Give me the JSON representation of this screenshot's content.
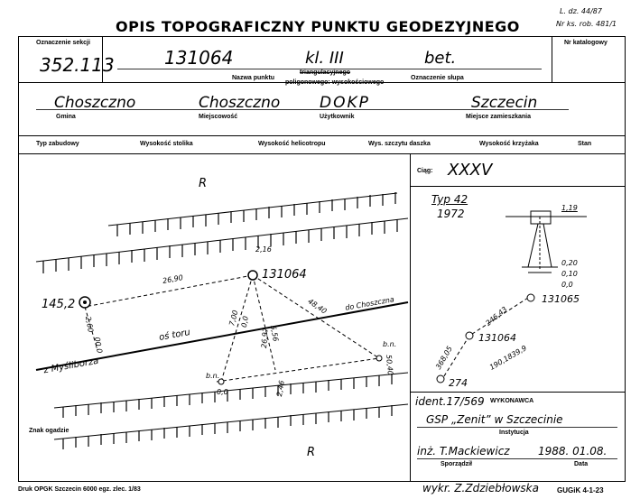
{
  "header": {
    "title": "OPIS TOPOGRAFICZNY PUNKTU GEODEZYJNEGO",
    "ldz": "L. dz. 44/87",
    "nrks": "Nr ks. rob. 481/1"
  },
  "top_fields": {
    "sekcja_label": "Oznaczenie sekcji",
    "sekcja_value": "352.113",
    "point_number": "131064",
    "point_class": "kl. III",
    "marking": "bet.",
    "nazwa_label": "Nazwa punktu",
    "type_label_1": "triangulacyjnego",
    "type_label_2": "poligonowego: wysokościowego",
    "slup_label": "Oznaczenie słupa",
    "katalog_label": "Nr katalogowy"
  },
  "location": {
    "gmina_value": "Choszczno",
    "gmina_label": "Gmina",
    "miejscowosc_value": "Choszczno",
    "miejscowosc_label": "Miejscowość",
    "uzytkownik_value": "DOKP",
    "uzytkownik_label": "Użytkownik",
    "zamieszkanie_value": "Szczecin",
    "zamieszkanie_label": "Miejsce zamieszkania"
  },
  "specs_row": {
    "typ": "Typ zabudowy",
    "stolik": "Wysokość stolika",
    "heliotrop": "Wysokość helicotropu",
    "daszek": "Wys. szczytu daszka",
    "krzyzak": "Wysokość krzyżaka",
    "stan": "Stan"
  },
  "sketch": {
    "label_r_top": "R",
    "label_r_bottom": "R",
    "point_label": "131064",
    "point_145": "145,2",
    "dist_2_16": "2,16",
    "dist_26_90": "26,90",
    "dist_48_40": "48,40",
    "dist_26_97": "26,97",
    "dist_7_00": "7,00",
    "dist_0_0": "0,0",
    "dist_5_56": "5,56",
    "dist_2_60": "2,60",
    "dist_00_left": "00,0",
    "dist_2_46": "2,46",
    "dist_00_bn": "0,0",
    "dist_50_40": "50,40",
    "os_toru": "oś toru",
    "do_choszczna": "do Choszczna",
    "z_mysliborza": "z Myśliborza",
    "bn_left": "b.n.",
    "bn_right": "b.n.",
    "znak": "Znak ogadzie"
  },
  "right_panel": {
    "ciag_label": "Ciąg:",
    "ciag_value": "XXXV",
    "typ_value": "Typ 42",
    "year_value": "1972",
    "depth_1_19": "1,19",
    "depth_0_20": "0,20",
    "depth_0_10": "0,10",
    "depth_0_0": "0,0",
    "pt_131065": "131065",
    "pt_131064": "131064",
    "pt_274": "274",
    "ang_1": "246,43",
    "ang_2": "368,05",
    "ang_3": "190,1839,9",
    "ident": "ident.17/569",
    "wykonawca_label": "WYKONAWCA",
    "institution_value": "GSP „Zenit” w Szczecinie",
    "institution_label": "Instytucja",
    "author_value": "inż. T.Mackiewicz",
    "date_value": "1988. 01.08.",
    "sporzadzil_label": "Sporządził",
    "data_label": "Data"
  },
  "footer": {
    "druk": "Druk OPGK Szczecin 6000 egz. zlec. 1/83",
    "wykr": "wykr. Z.Zdziebłowska",
    "gugik": "GUGiK 4-1-23"
  }
}
